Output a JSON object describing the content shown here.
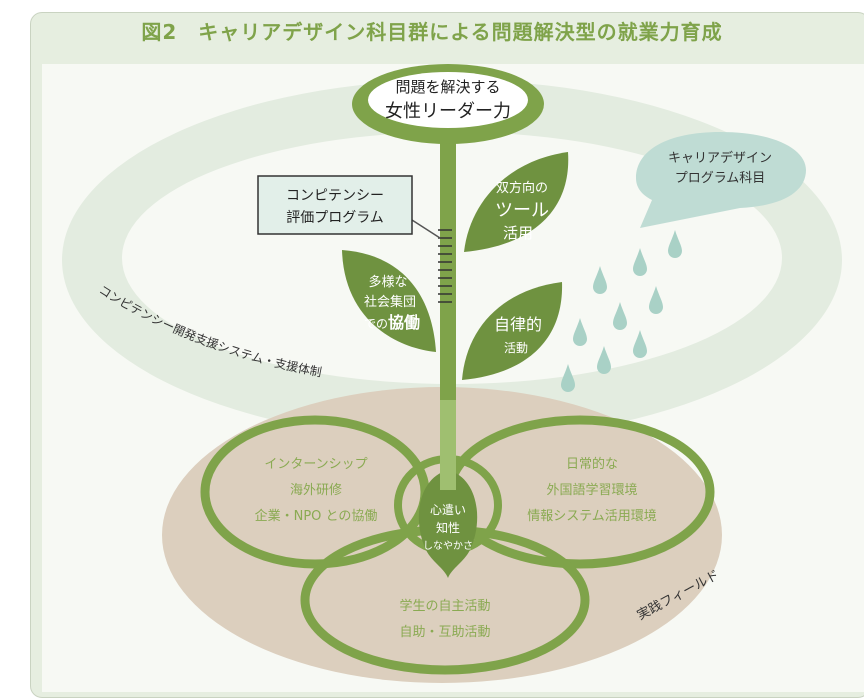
{
  "title": "図2　キャリアデザイン科目群による問題解決型の就業力育成",
  "top_label": {
    "line1": "問題を解決する",
    "line2": "女性リーダー力"
  },
  "competency_box": {
    "line1": "コンピテンシー",
    "line2": "評価プログラム"
  },
  "leaves": {
    "tools": {
      "line1": "双方向の",
      "line2": "ツール",
      "line3": "活用"
    },
    "collab": {
      "line1": "多様な",
      "line2": "社会集団",
      "line3a": "での",
      "line3b": "協働"
    },
    "auto": {
      "line1": "自律的",
      "line2": "活動"
    }
  },
  "cloud": {
    "line1": "キャリアデザイン",
    "line2": "プログラム科目"
  },
  "ring_label": "コンピテンシー開発支援システム・支援体制",
  "field_label": "実践フィールド",
  "circles": {
    "left": {
      "line1": "インターンシップ",
      "line2": "海外研修",
      "line3": "企業・NPO との協働"
    },
    "right": {
      "line1": "日常的な",
      "line2": "外国語学習環境",
      "line3": "情報システム活用環境"
    },
    "bottom": {
      "line1": "学生の自主活動",
      "line2": "自助・互助活動"
    }
  },
  "center": {
    "line1": "心遣い",
    "line2": "知性",
    "line3": "しなやかさ"
  },
  "colors": {
    "green": "#7fa34a",
    "dark_green": "#6f9240",
    "light_green": "#e6eee0",
    "ring": "#e3ece0",
    "soil": "#dccfbe",
    "teal": "#bfdcd4",
    "drop": "#a9d1c6",
    "text_green": "#8aaa52"
  }
}
